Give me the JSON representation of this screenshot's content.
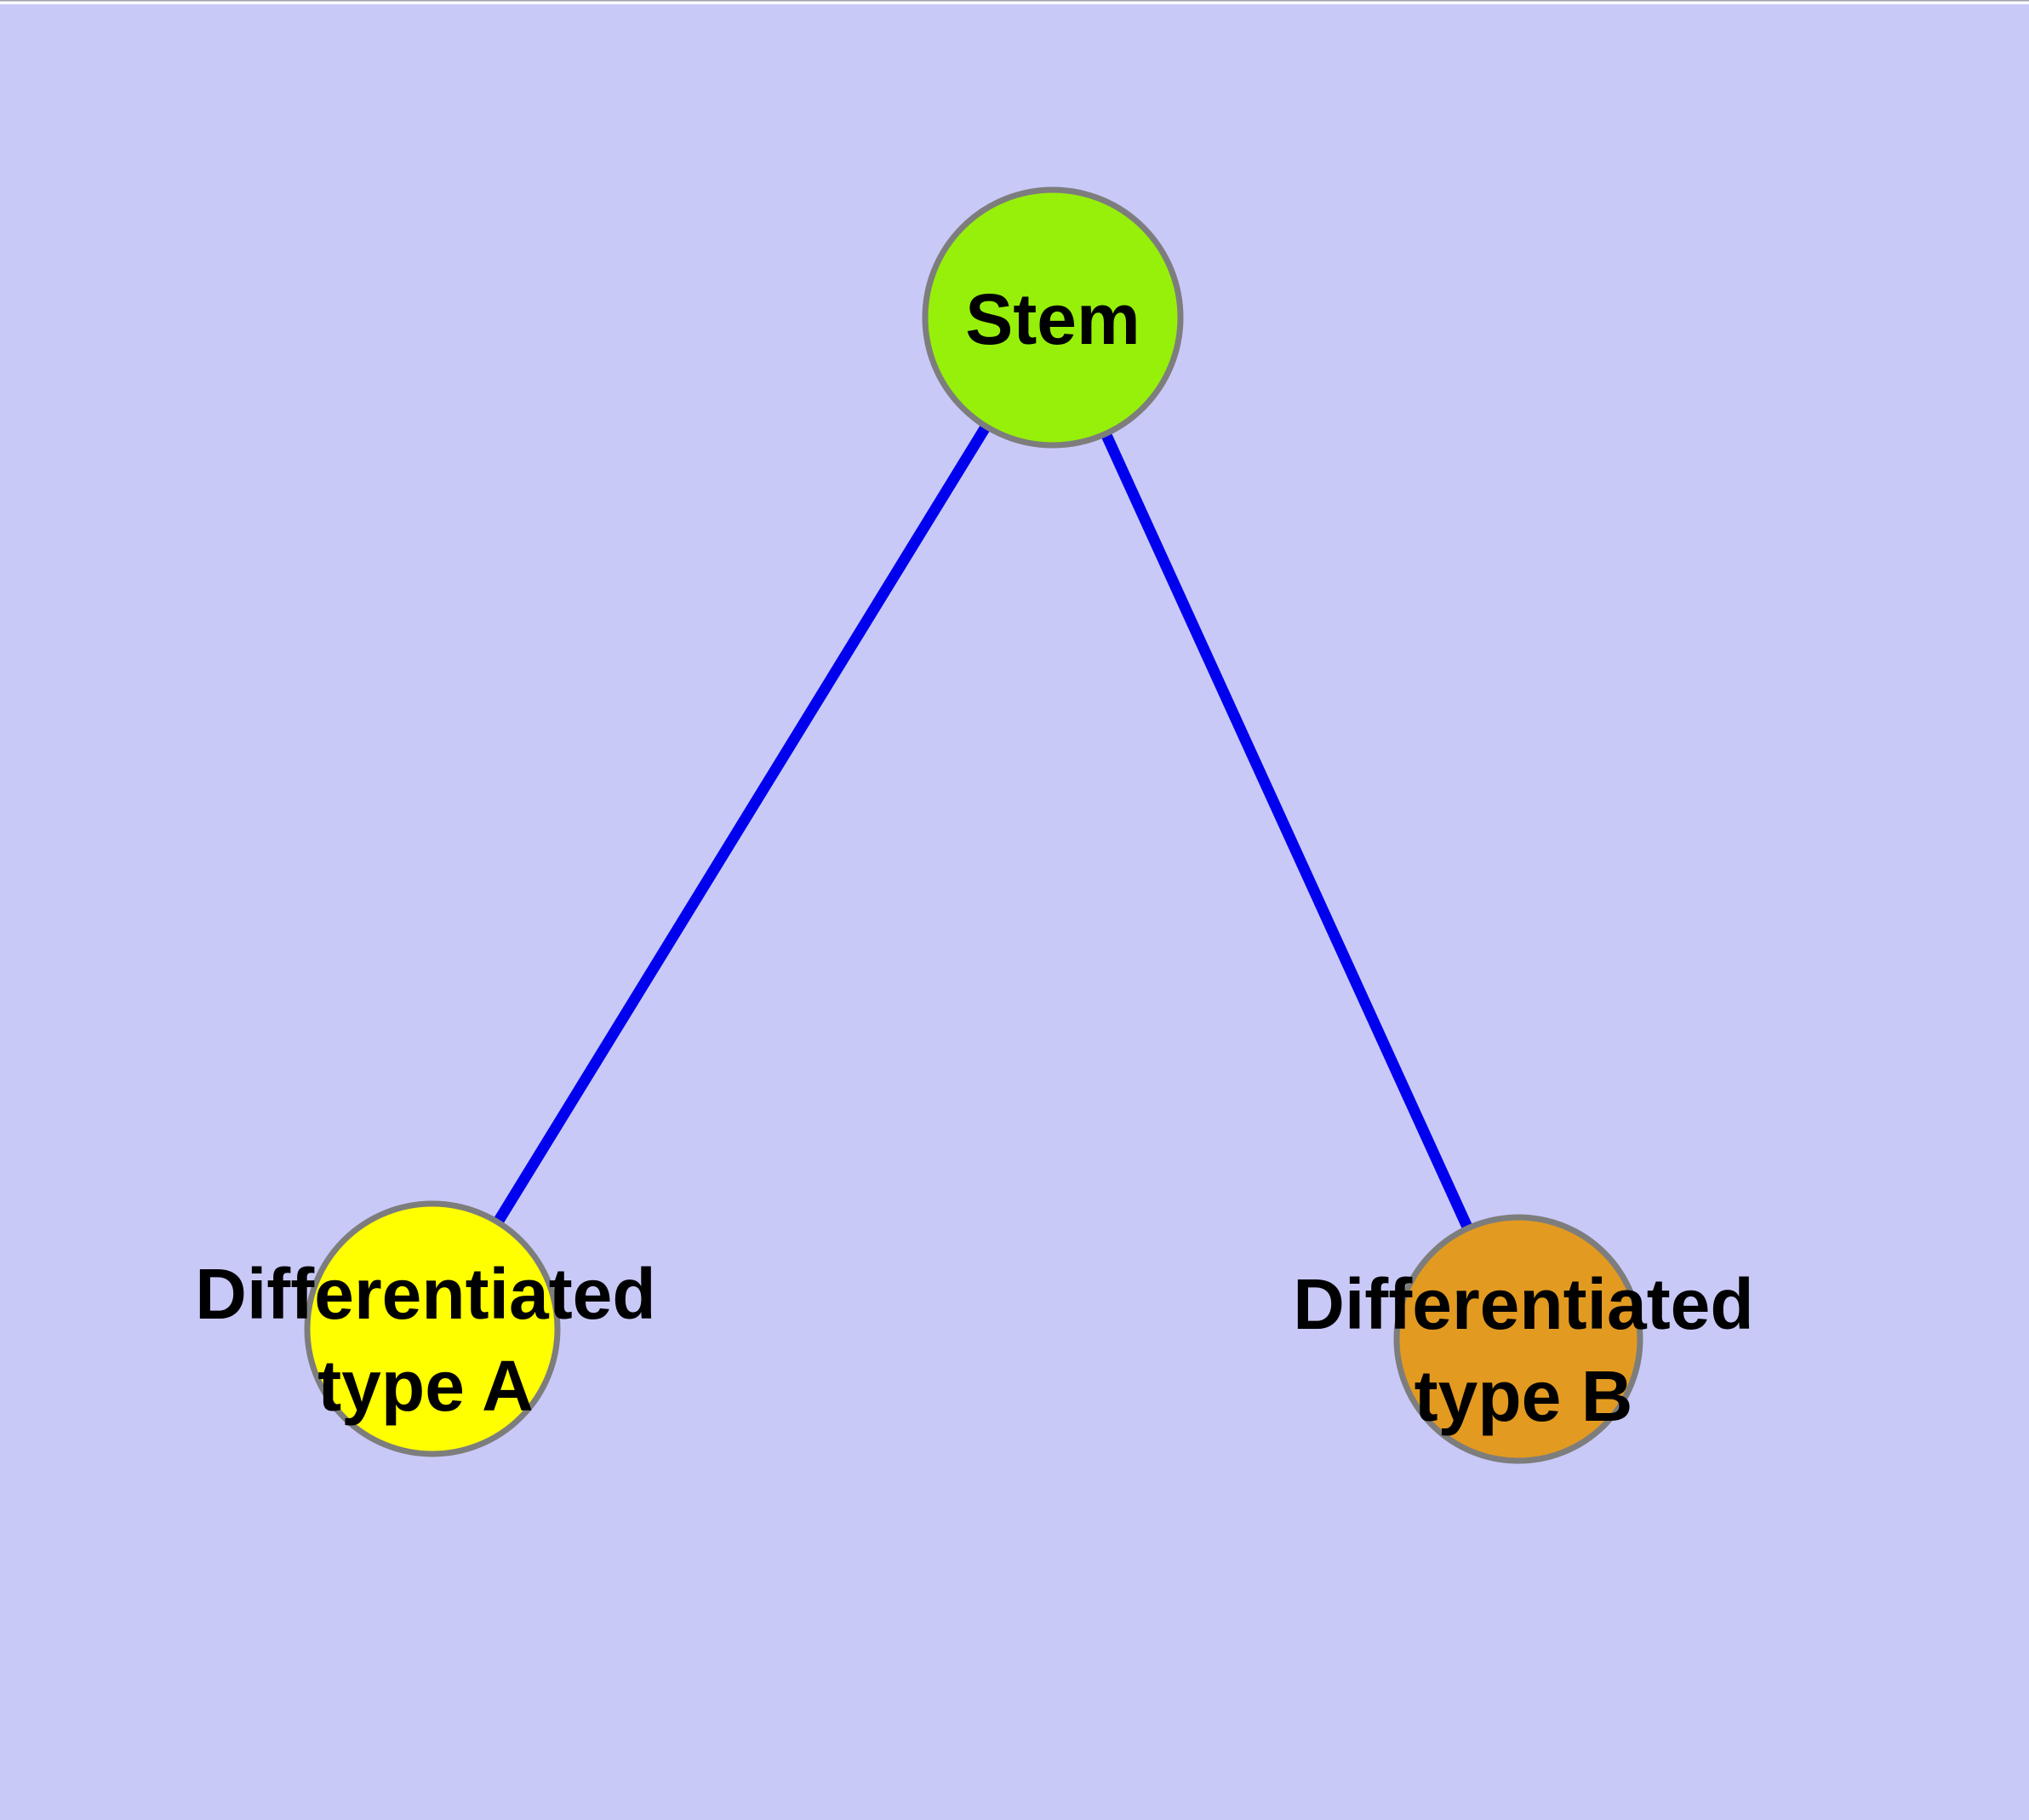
{
  "page": {
    "background": "#c9c9f8",
    "top_edge_line_color": "#a0a0ac",
    "top_edge_strip_color": "#ffffff"
  },
  "graph": {
    "edge_color": "#0000ee",
    "node_border_color": "#7d7d7d",
    "label_color": "#000000",
    "nodes": {
      "stem": {
        "label": "Stem",
        "fill": "#96f00a"
      },
      "type_a": {
        "label_line1": "Differentiated",
        "label_line2": "type A",
        "fill": "#ffff00"
      },
      "type_b": {
        "label_line1": "Differentiated",
        "label_line2": "type B",
        "fill": "#e29a20"
      }
    },
    "edges": [
      {
        "from": "Stem",
        "to": "Differentiated type A"
      },
      {
        "from": "Stem",
        "to": "Differentiated type B"
      }
    ]
  }
}
